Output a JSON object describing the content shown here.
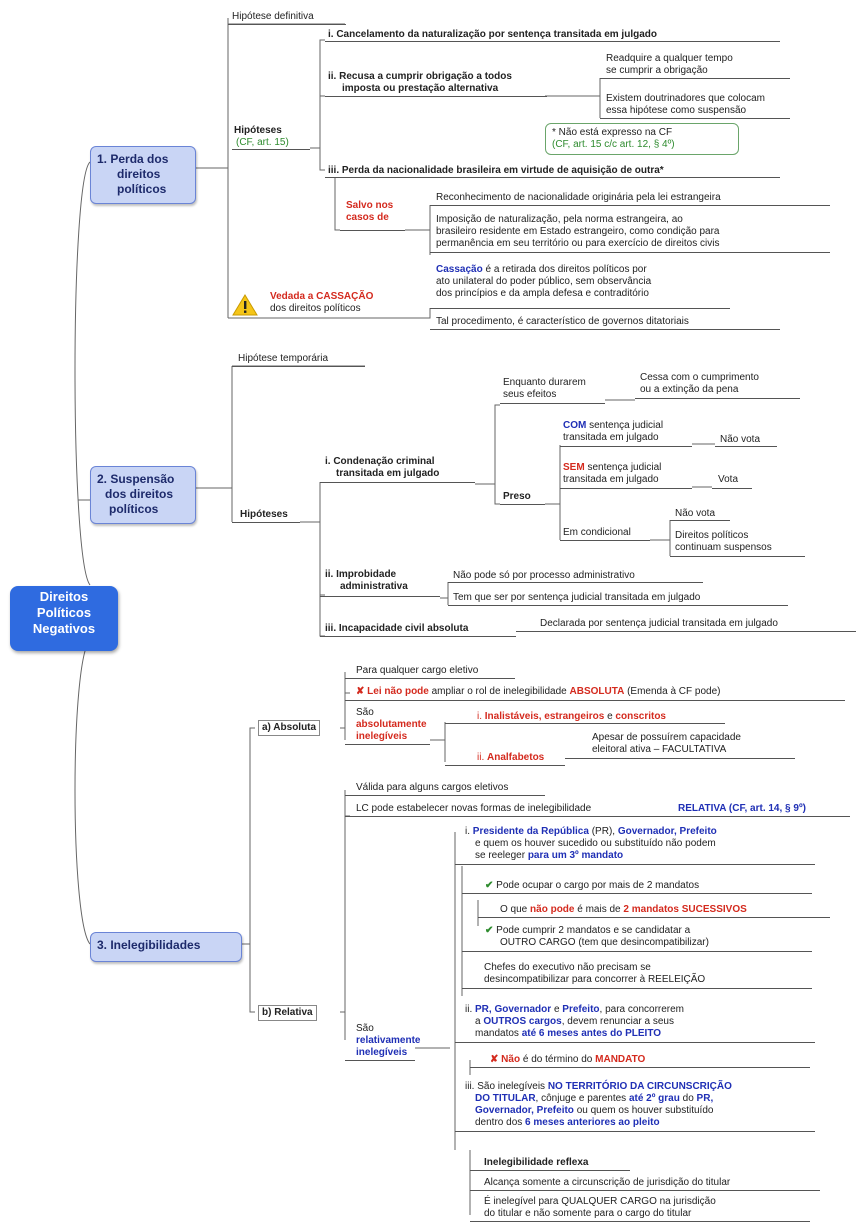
{
  "root": {
    "line1": "Direitos",
    "line2": "Políticos",
    "line3": "Negativos"
  },
  "perda": {
    "box": {
      "line1": "1. Perda dos",
      "line2": "direitos",
      "line3": "políticos"
    },
    "definitiva": "Hipótese definitiva",
    "hipoteses": "Hipóteses",
    "hipoteses_ref": "(CF, art. 15)",
    "i": "i. Cancelamento da naturalização por sentença transitada em julgado",
    "ii_1": "ii. Recusa a cumprir obrigação a todos",
    "ii_2": "imposta ou prestação alternativa",
    "readquire_1": "Readquire a qualquer tempo",
    "readquire_2": "se cumprir a obrigação",
    "doutrina_1": "Existem doutrinadores que colocam",
    "doutrina_2": "essa hipótese como suspensão",
    "nota_1": "* Não está expresso na CF",
    "nota_2": "(CF, art. 15 c/c art. 12, § 4º)",
    "iii": "iii. Perda da nacionalidade brasileira em virtude de aquisição de outra*",
    "salvo_1": "Salvo nos",
    "salvo_2": "casos de",
    "reconhecimento": "Reconhecimento de nacionalidade originária pela lei estrangeira",
    "imposicao_1": "Imposição de naturalização, pela norma estrangeira, ao",
    "imposicao_2": "brasileiro residente em Estado estrangeiro, como condição para",
    "imposicao_3": "permanência em seu território ou para exercício de direitos civis",
    "vedada_a": "Vedada a",
    "vedada_cassacao": "CASSAÇÃO",
    "vedada_2": "dos direitos políticos",
    "cassacao_word": "Cassação",
    "cassacao_1": "é a retirada dos direitos políticos por",
    "cassacao_2": "ato unilateral do poder público, sem observância",
    "cassacao_3": "dos princípios e da ampla defesa e contraditório",
    "tal": "Tal procedimento, é característico de governos ditatoriais"
  },
  "suspensao": {
    "box": {
      "line1": "2. Suspensão",
      "line2": "dos direitos",
      "line3": "políticos"
    },
    "temporaria": "Hipótese temporária",
    "hipoteses": "Hipóteses",
    "i_1": "i. Condenação criminal",
    "i_2": "transitada em julgado",
    "enquanto_1": "Enquanto durarem",
    "enquanto_2": "seus efeitos",
    "cessa_1": "Cessa com o cumprimento",
    "cessa_2": "ou a extinção da pena",
    "preso": "Preso",
    "com_word": "COM",
    "com_1": "sentença judicial",
    "com_2": "transitada em julgado",
    "nao_vota": "Não vota",
    "sem_word": "SEM",
    "sem_1": "sentença judicial",
    "sem_2": "transitada em julgado",
    "vota": "Vota",
    "condicional": "Em condicional",
    "nao_vota2": "Não vota",
    "direitos_1": "Direitos políticos",
    "direitos_2": "continuam suspensos",
    "ii_1": "ii. Improbidade",
    "ii_2": "administrativa",
    "nao_pode": "Não pode só por processo administrativo",
    "tem_que": "Tem que ser por sentença judicial transitada em julgado",
    "iii": "iii. Incapacidade civil absoluta",
    "declarada": "Declarada por sentença judicial transitada em julgado"
  },
  "inelegibilidades": {
    "box": "3. Inelegibilidades",
    "absoluta": {
      "label": "a) Absoluta",
      "para": "Para qualquer cargo eletivo",
      "lei_nao_pode": "Lei não pode",
      "ampliar": "ampliar o rol de inelegibilidade",
      "absoluta_word": "ABSOLUTA",
      "emenda": "(Emenda à CF pode)",
      "sao": "São",
      "abs_1": "absolutamente",
      "abs_2": "inelegíveis",
      "i_prefix": "i.",
      "inalistaveis": "Inalistáveis, estrangeiros",
      "e": "e",
      "conscritos": "conscritos",
      "ii_prefix": "ii.",
      "analfabetos": "Analfabetos",
      "apesar_1": "Apesar de possuírem capacidade",
      "apesar_2": "eleitoral ativa – FACULTATIVA"
    },
    "relativa": {
      "label": "b) Relativa",
      "valida": "Válida para alguns cargos eletivos",
      "lc": "LC pode estabelecer novas formas de inelegibilidade",
      "relativa_ref": "RELATIVA (CF, art. 14, § 9º)",
      "sao": "São",
      "rel_1": "relativamente",
      "rel_2": "inelegíveis",
      "i_1a": "i.",
      "i_1b": "Presidente da República",
      "i_1c": "(PR),",
      "i_1d": "Governador,",
      "i_1e": "Prefeito",
      "i_2": "e quem os houver sucedido ou substituído não podem",
      "i_3a": "se reeleger",
      "i_3b": "para um 3º mandato",
      "ocupar": "Pode ocupar o cargo por mais de 2 mandatos",
      "oque_a": "O que",
      "oque_b": "não pode",
      "oque_c": "é mais de",
      "oque_d": "2 mandatos SUCESSIVOS",
      "cumprir_1": "Pode cumprir 2 mandatos e se candidatar a",
      "cumprir_2": "OUTRO CARGO (tem que desincompatibilizar)",
      "chefes_1": "Chefes do executivo não precisam se",
      "chefes_2": "desincompatibilizar para concorrer à REELEIÇÃO",
      "ii_1a": "ii.",
      "ii_1b": "PR",
      "ii_1c": ", Governador",
      "ii_1d": "e",
      "ii_1e": "Prefeito",
      "ii_1f": ", para concorrerem",
      "ii_2a": "a",
      "ii_2b": "OUTROS cargos",
      "ii_2c": ", devem renunciar a seus",
      "ii_3a": "mandatos",
      "ii_3b": "até 6 meses antes do PLEITO",
      "nao_a": "Não",
      "nao_b": "é do término do",
      "nao_c": "MANDATO",
      "iii_1a": "iii. São inelegíveis",
      "iii_1b": "NO TERRITÓRIO DA CIRCUNSCRIÇÃO",
      "iii_2a": "DO TITULAR",
      "iii_2b": ", cônjuge e parentes",
      "iii_2c": "até 2º grau",
      "iii_2d": "do",
      "iii_2e": "PR,",
      "iii_3a": "Governador, Prefeito",
      "iii_3b": "ou quem os houver substituído",
      "iii_4a": "dentro dos",
      "iii_4b": "6 meses anteriores ao pleito",
      "reflexa": "Inelegibilidade reflexa",
      "alcanca": "Alcança somente a circunscrição de jurisdição do titular",
      "inelegivel_1": "É inelegível para QUALQUER CARGO na jurisdição",
      "inelegivel_2": "do titular e não somente para o cargo do titular"
    }
  },
  "icons": {
    "warning": "warning-icon",
    "cross": "cross-icon",
    "check": "check-icon"
  },
  "colors": {
    "box_fill": "#c9d5f5",
    "root_fill": "#2f6be0",
    "red": "#d42a1e",
    "blue": "#1f2fb5",
    "green": "#2e8b2e"
  }
}
